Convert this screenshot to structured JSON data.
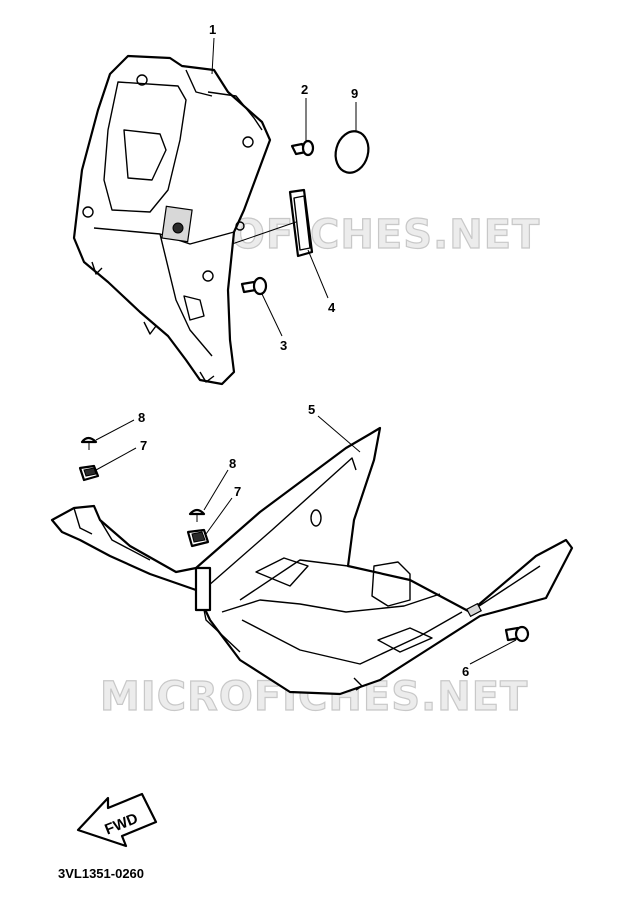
{
  "watermark": "MICROFICHES.NET",
  "diagram_code": "3VL1351-0260",
  "fwd_label": "FWD",
  "callouts": {
    "c1": "1",
    "c2": "2",
    "c3": "3",
    "c4": "4",
    "c5": "5",
    "c6": "6",
    "c7a": "7",
    "c7b": "7",
    "c8a": "8",
    "c8b": "8",
    "c9": "9"
  }
}
